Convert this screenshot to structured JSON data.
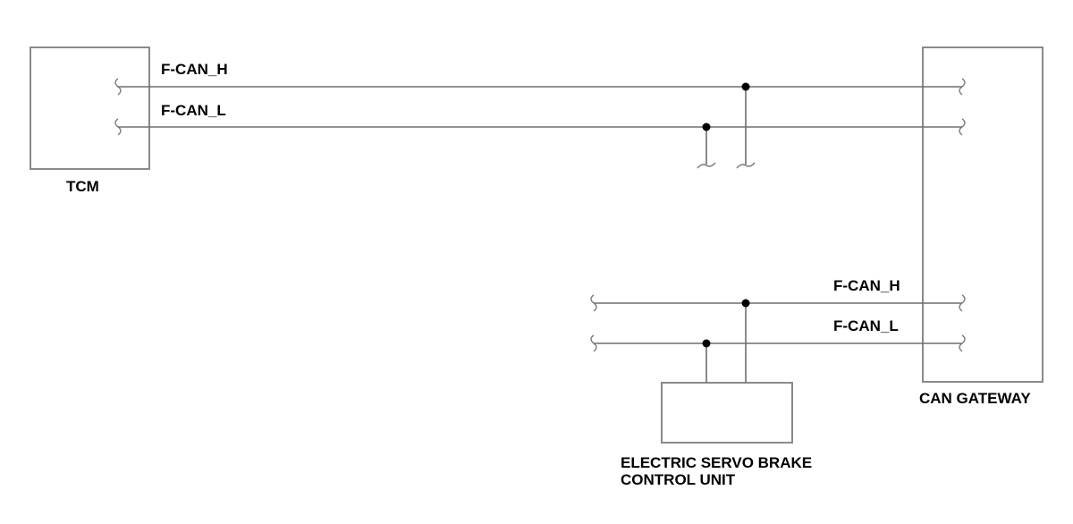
{
  "modules": {
    "tcm": "TCM",
    "gateway": "CAN GATEWAY",
    "esb_line1": "ELECTRIC SERVO BRAKE",
    "esb_line2": "CONTROL UNIT"
  },
  "signals": {
    "top_high": "F-CAN_H",
    "top_low": "F-CAN_L",
    "bottom_high": "F-CAN_H",
    "bottom_low": "F-CAN_L"
  },
  "colors": {
    "wire": "#6e6e6e",
    "box": "#8a8a8a",
    "junction": "#000000"
  }
}
